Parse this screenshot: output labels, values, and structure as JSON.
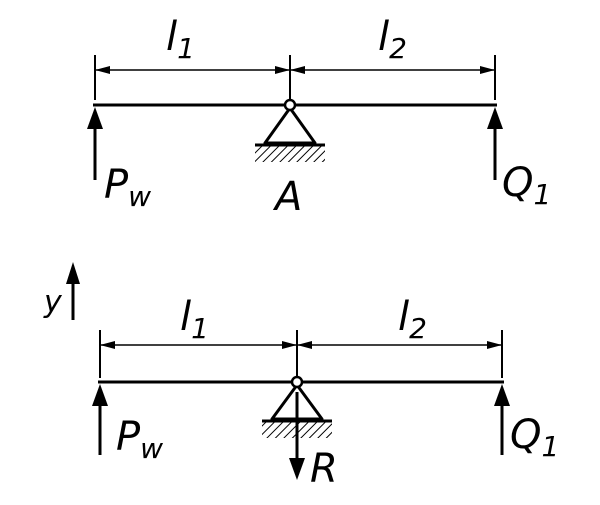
{
  "diagram": {
    "top": {
      "span_left": {
        "base": "l",
        "sub": "1"
      },
      "span_right": {
        "base": "l",
        "sub": "2"
      },
      "force_left": {
        "base": "P",
        "sub": "w"
      },
      "force_right": {
        "base": "Q",
        "sub": "1"
      },
      "support": "A"
    },
    "bottom": {
      "axis": "y",
      "span_left": {
        "base": "l",
        "sub": "1"
      },
      "span_right": {
        "base": "l",
        "sub": "2"
      },
      "force_left": {
        "base": "P",
        "sub": "w"
      },
      "force_right": {
        "base": "Q",
        "sub": "1"
      },
      "reaction": "R"
    }
  }
}
